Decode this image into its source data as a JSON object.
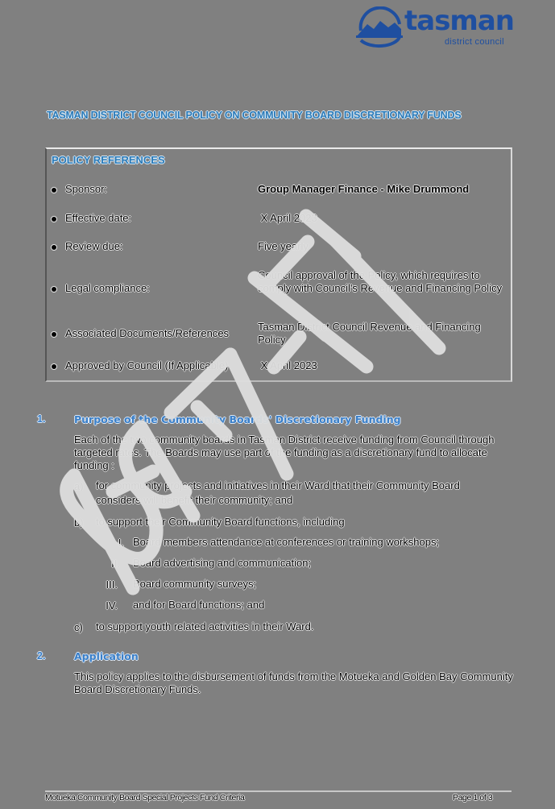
{
  "logo": {
    "name": "tasman",
    "subtitle": "district council",
    "color": "#1f4fa0"
  },
  "title": "TASMAN DISTRICT COUNCIL POLICY ON COMMUNITY BOARD DISCRETIONARY FUNDS",
  "policy_references": {
    "heading": "POLICY REFERENCES",
    "rows": [
      {
        "label": "Sponsor:",
        "value": "Group Manager Finance - Mike Drummond"
      },
      {
        "label": "Effective date:",
        "value": " X April 2023"
      },
      {
        "label": "Review due:",
        "value": "Five yearly"
      },
      {
        "label": "Legal compliance:",
        "value": "Council approval of the Policy, which requires to comply with Council's Revenue and Financing Policy"
      },
      {
        "label": "Associated Documents/References",
        "value": "Tasman District Council  Revenue and Financing Policy"
      },
      {
        "label": "Approved by Council  (If Applicable)",
        "value": " X April 2023"
      }
    ]
  },
  "sections": [
    {
      "number": "1.",
      "heading": "Purpose of the Community Boards' Discretionary Funding",
      "paragraph": "Each of the two community boards in Tasman District receive funding from Council through targeted rates. The Boards may use part of the funding as a discretionary fund to allocate funding :",
      "items": [
        {
          "marker": "a)",
          "text": "for community projects and initiatives in their Ward that their Community Board considers will benefit their community; and"
        },
        {
          "marker": "b)",
          "text": "to support their Community Board functions, including",
          "subitems": [
            {
              "marker": "I.",
              "text": "Board members attendance at conferences or training workshops;"
            },
            {
              "marker": "II.",
              "text": "Board advertising and communication;"
            },
            {
              "marker": "III.",
              "text": "Board community surveys;"
            },
            {
              "marker": "IV.",
              "text": "and for Board functions; and"
            }
          ]
        },
        {
          "marker": "c)",
          "text": "to support youth related activities in their Ward."
        }
      ]
    },
    {
      "number": "2.",
      "heading": "Application",
      "paragraph": "This policy applies to the disbursement of funds from the Motueka and Golden Bay Community Board Discretionary Funds."
    }
  ],
  "footer": {
    "left": "Motueka Community Board Special Projects Fund Criteria",
    "right": "Page 1 of 3"
  },
  "watermark": "DRAFT",
  "colors": {
    "background": "#808080",
    "heading_blue": "#3a7fc8",
    "title_blue": "#2a7ab8",
    "watermark": "#dedede"
  }
}
